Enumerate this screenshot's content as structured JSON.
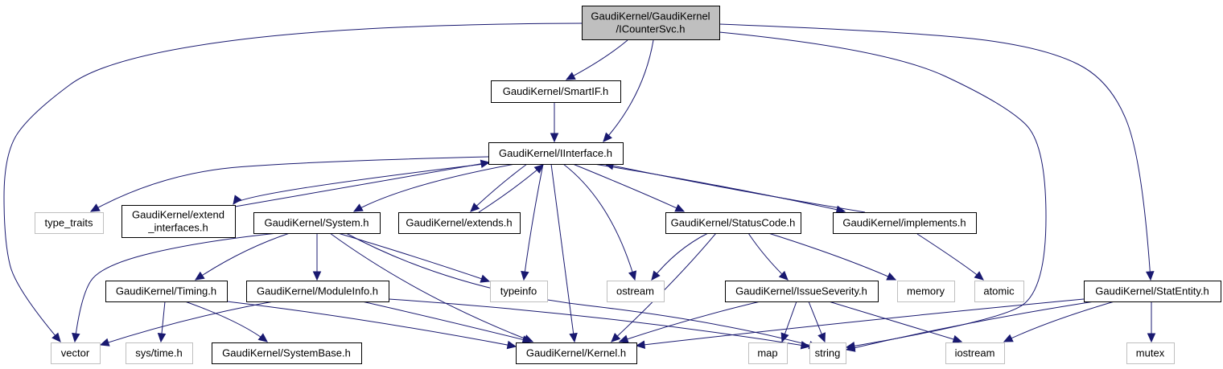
{
  "diagram": {
    "type": "include-dependency-graph",
    "colors": {
      "edge": "#191970",
      "root_fill": "#bfbfbf",
      "root_border": "#000000",
      "doc_border": "#000000",
      "external_border": "#bfbfbf",
      "node_fill": "#ffffff"
    },
    "nodes": [
      {
        "id": "ICounterSvc",
        "lines": [
          "GaudiKernel/GaudiKernel",
          "/ICounterSvc.h"
        ],
        "kind": "root"
      },
      {
        "id": "SmartIF",
        "lines": [
          "GaudiKernel/SmartIF.h"
        ],
        "kind": "documented"
      },
      {
        "id": "IInterface",
        "lines": [
          "GaudiKernel/IInterface.h"
        ],
        "kind": "documented"
      },
      {
        "id": "type_traits",
        "lines": [
          "type_traits"
        ],
        "kind": "external"
      },
      {
        "id": "extend_interfaces",
        "lines": [
          "GaudiKernel/extend",
          "_interfaces.h"
        ],
        "kind": "documented"
      },
      {
        "id": "System",
        "lines": [
          "GaudiKernel/System.h"
        ],
        "kind": "documented"
      },
      {
        "id": "extends",
        "lines": [
          "GaudiKernel/extends.h"
        ],
        "kind": "documented"
      },
      {
        "id": "StatusCode",
        "lines": [
          "GaudiKernel/StatusCode.h"
        ],
        "kind": "documented"
      },
      {
        "id": "implements",
        "lines": [
          "GaudiKernel/implements.h"
        ],
        "kind": "documented"
      },
      {
        "id": "Timing",
        "lines": [
          "GaudiKernel/Timing.h"
        ],
        "kind": "documented"
      },
      {
        "id": "ModuleInfo",
        "lines": [
          "GaudiKernel/ModuleInfo.h"
        ],
        "kind": "documented"
      },
      {
        "id": "typeinfo",
        "lines": [
          "typeinfo"
        ],
        "kind": "external"
      },
      {
        "id": "ostream",
        "lines": [
          "ostream"
        ],
        "kind": "external"
      },
      {
        "id": "IssueSeverity",
        "lines": [
          "GaudiKernel/IssueSeverity.h"
        ],
        "kind": "documented"
      },
      {
        "id": "memory",
        "lines": [
          "memory"
        ],
        "kind": "external"
      },
      {
        "id": "atomic",
        "lines": [
          "atomic"
        ],
        "kind": "external"
      },
      {
        "id": "StatEntity",
        "lines": [
          "GaudiKernel/StatEntity.h"
        ],
        "kind": "documented"
      },
      {
        "id": "vector",
        "lines": [
          "vector"
        ],
        "kind": "external"
      },
      {
        "id": "systime",
        "lines": [
          "sys/time.h"
        ],
        "kind": "external"
      },
      {
        "id": "SystemBase",
        "lines": [
          "GaudiKernel/SystemBase.h"
        ],
        "kind": "documented"
      },
      {
        "id": "Kernel",
        "lines": [
          "GaudiKernel/Kernel.h"
        ],
        "kind": "documented"
      },
      {
        "id": "map",
        "lines": [
          "map"
        ],
        "kind": "external"
      },
      {
        "id": "string",
        "lines": [
          "string"
        ],
        "kind": "external"
      },
      {
        "id": "iostream",
        "lines": [
          "iostream"
        ],
        "kind": "external"
      },
      {
        "id": "mutex",
        "lines": [
          "mutex"
        ],
        "kind": "external"
      }
    ],
    "edges": [
      {
        "from": "ICounterSvc",
        "to": "SmartIF"
      },
      {
        "from": "ICounterSvc",
        "to": "IInterface"
      },
      {
        "from": "ICounterSvc",
        "to": "vector"
      },
      {
        "from": "ICounterSvc",
        "to": "string"
      },
      {
        "from": "ICounterSvc",
        "to": "StatEntity"
      },
      {
        "from": "SmartIF",
        "to": "IInterface"
      },
      {
        "from": "IInterface",
        "to": "type_traits"
      },
      {
        "from": "IInterface",
        "to": "extend_interfaces"
      },
      {
        "from": "extend_interfaces",
        "to": "IInterface"
      },
      {
        "from": "IInterface",
        "to": "System"
      },
      {
        "from": "IInterface",
        "to": "extends"
      },
      {
        "from": "extends",
        "to": "IInterface"
      },
      {
        "from": "IInterface",
        "to": "typeinfo"
      },
      {
        "from": "IInterface",
        "to": "Kernel"
      },
      {
        "from": "IInterface",
        "to": "ostream"
      },
      {
        "from": "IInterface",
        "to": "StatusCode"
      },
      {
        "from": "IInterface",
        "to": "implements"
      },
      {
        "from": "implements",
        "to": "IInterface"
      },
      {
        "from": "implements",
        "to": "atomic"
      },
      {
        "from": "System",
        "to": "vector"
      },
      {
        "from": "System",
        "to": "Timing"
      },
      {
        "from": "System",
        "to": "ModuleInfo"
      },
      {
        "from": "System",
        "to": "typeinfo"
      },
      {
        "from": "System",
        "to": "Kernel"
      },
      {
        "from": "System",
        "to": "string"
      },
      {
        "from": "Timing",
        "to": "systime"
      },
      {
        "from": "Timing",
        "to": "SystemBase"
      },
      {
        "from": "Timing",
        "to": "Kernel"
      },
      {
        "from": "ModuleInfo",
        "to": "vector"
      },
      {
        "from": "ModuleInfo",
        "to": "Kernel"
      },
      {
        "from": "ModuleInfo",
        "to": "string"
      },
      {
        "from": "StatusCode",
        "to": "ostream"
      },
      {
        "from": "StatusCode",
        "to": "Kernel"
      },
      {
        "from": "StatusCode",
        "to": "IssueSeverity"
      },
      {
        "from": "StatusCode",
        "to": "memory"
      },
      {
        "from": "IssueSeverity",
        "to": "Kernel"
      },
      {
        "from": "IssueSeverity",
        "to": "map"
      },
      {
        "from": "IssueSeverity",
        "to": "string"
      },
      {
        "from": "IssueSeverity",
        "to": "iostream"
      },
      {
        "from": "StatEntity",
        "to": "Kernel"
      },
      {
        "from": "StatEntity",
        "to": "string"
      },
      {
        "from": "StatEntity",
        "to": "iostream"
      },
      {
        "from": "StatEntity",
        "to": "mutex"
      }
    ]
  }
}
